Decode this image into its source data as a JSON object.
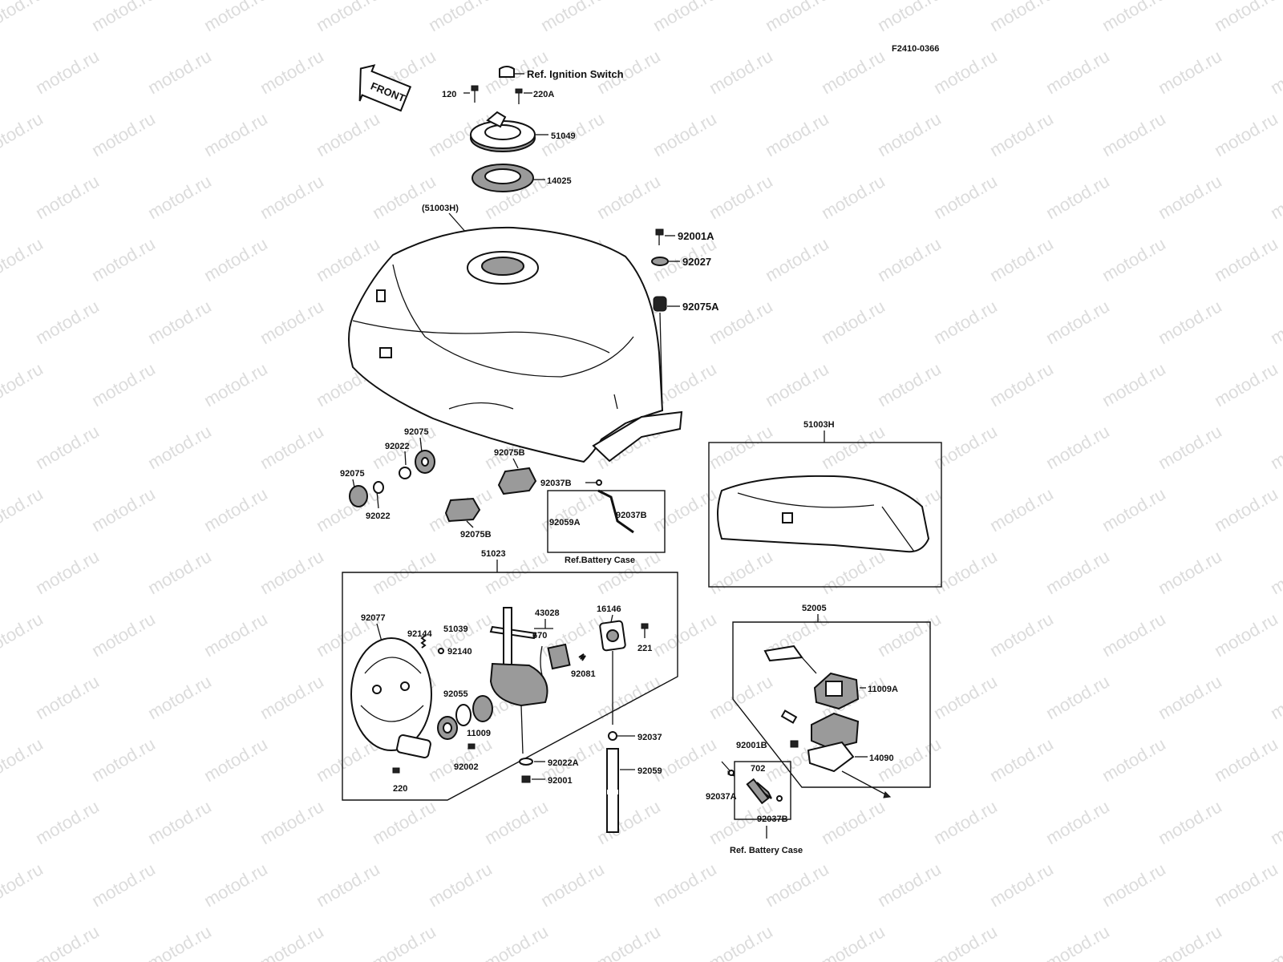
{
  "diagram": {
    "figure_code": "F2410-0366",
    "front_arrow": "FRONT",
    "watermark": "motod.ru",
    "labels": {
      "ref_ignition_switch": "Ref. Ignition Switch",
      "p120": "120",
      "p220A": "220A",
      "p51049": "51049",
      "p14025": "14025",
      "p51003H_paren": "(51003H)",
      "p92001A": "92001A",
      "p92027": "92027",
      "p92075A": "92075A",
      "p92075_a": "92075",
      "p92022_a": "92022",
      "p92075_b": "92075",
      "p92022_b": "92022",
      "p92075B_a": "92075B",
      "p92075B_b": "92075B",
      "p92037B_a": "92037B",
      "p92059A": "92059A",
      "p92037B_b": "92037B",
      "ref_battery_case_a": "Ref.Battery Case",
      "p51003H": "51003H",
      "p51023": "51023",
      "p92077": "92077",
      "p92144": "92144",
      "p92140": "92140",
      "p51039": "51039",
      "p43028": "43028",
      "p670": "670",
      "p16146": "16146",
      "p221": "221",
      "p92081": "92081",
      "p92055": "92055",
      "p11009": "11009",
      "p92002": "92002",
      "p220": "220",
      "p92022A": "92022A",
      "p92001": "92001",
      "p92037": "92037",
      "p92059": "92059",
      "p52005": "52005",
      "p11009A": "11009A",
      "p92001B": "92001B",
      "p14090": "14090",
      "p702": "702",
      "p92037A": "92037A",
      "p92037B_c": "92037B",
      "ref_battery_case_b": "Ref. Battery Case"
    }
  }
}
